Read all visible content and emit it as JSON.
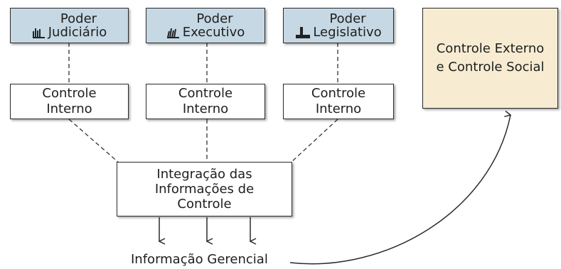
{
  "powers": [
    {
      "icon": "gavel-icon",
      "line1": "Poder",
      "line2": "Judiciário"
    },
    {
      "icon": "gavel-icon",
      "line1": "Poder",
      "line2": "Executivo"
    },
    {
      "icon": "building-icon",
      "line1": "Poder",
      "line2": "Legislativo"
    }
  ],
  "controls": [
    {
      "line1": "Controle",
      "line2": "Interno"
    },
    {
      "line1": "Controle",
      "line2": "Interno"
    },
    {
      "line1": "Controle",
      "line2": "Interno"
    }
  ],
  "integration": {
    "lines": [
      "Integração das",
      "Informações de",
      "Controle"
    ]
  },
  "output_label": "Informação Gerencial",
  "external": {
    "lines": [
      "Controle Externo",
      "e Controle Social"
    ]
  },
  "colors": {
    "power_fill": "#c5d8e4",
    "external_fill": "#f7ecd2",
    "stroke": "#2a2a2a"
  }
}
